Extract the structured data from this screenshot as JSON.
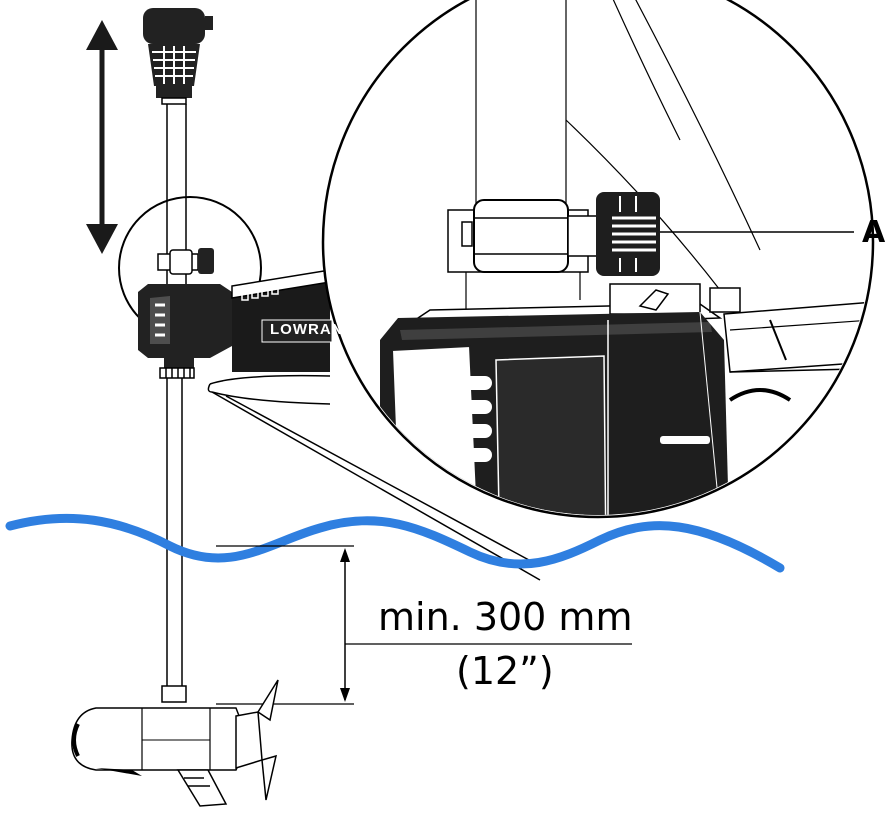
{
  "callout": {
    "label": "A"
  },
  "dimension": {
    "metric": "min. 300 mm",
    "imperial": "(12”)"
  },
  "brand": {
    "text": "LOWRAN"
  },
  "colors": {
    "water": "#2f7fe0",
    "ink": "#1a1a1a",
    "body": "#222222",
    "line": "#000000"
  }
}
